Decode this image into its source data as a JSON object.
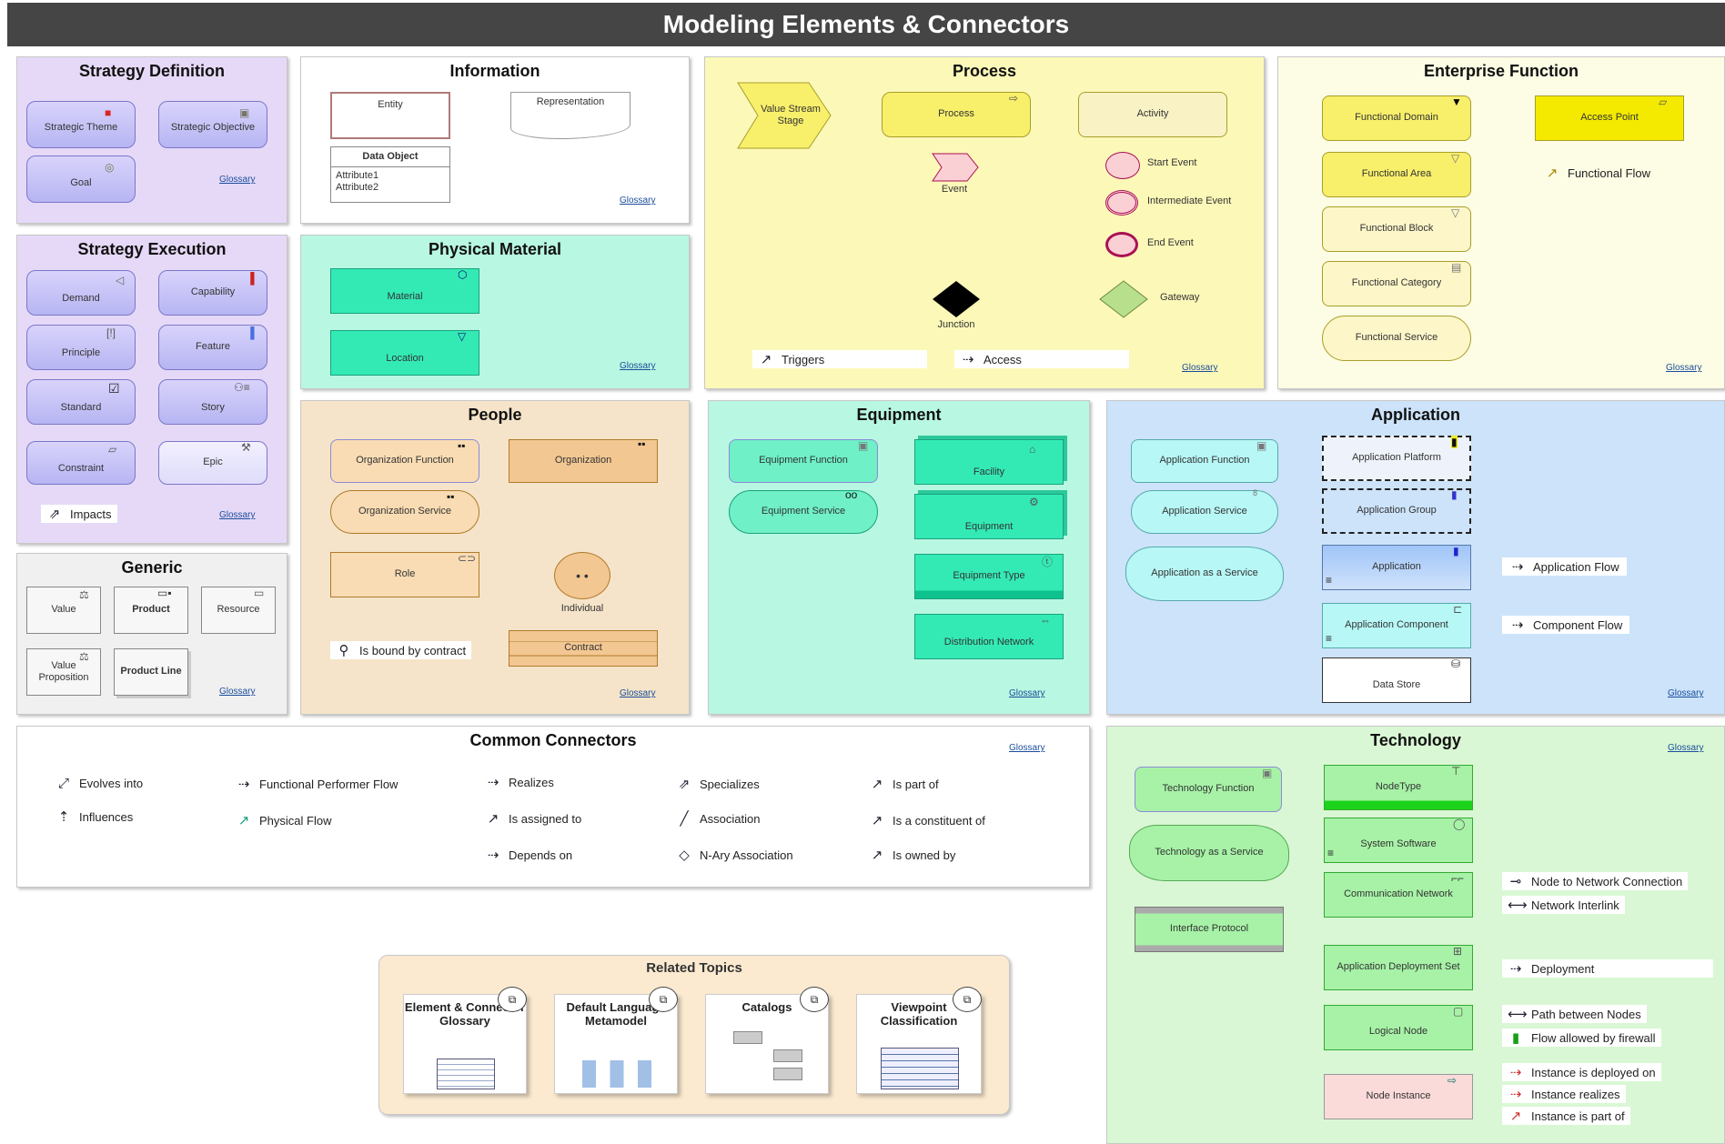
{
  "header": {
    "title": "Modeling Elements & Connectors"
  },
  "glossary_label": "Glossary",
  "strategy_definition": {
    "title": "Strategy Definition",
    "items": [
      "Strategic Theme",
      "Strategic Objective",
      "Goal"
    ]
  },
  "strategy_execution": {
    "title": "Strategy Execution",
    "items": [
      "Demand",
      "Capability",
      "Principle",
      "Feature",
      "Standard",
      "Story",
      "Constraint",
      "Epic"
    ],
    "connector": "Impacts"
  },
  "generic": {
    "title": "Generic",
    "items": [
      "Value",
      "Product",
      "Resource",
      "Value Proposition",
      "Product Line"
    ]
  },
  "information": {
    "title": "Information",
    "entity": "Entity",
    "representation": "Representation",
    "data_object": {
      "title": "Data Object",
      "attributes": [
        "Attribute1",
        "Attribute2"
      ]
    }
  },
  "physical_material": {
    "title": "Physical Material",
    "items": [
      "Material",
      "Location"
    ]
  },
  "process": {
    "title": "Process",
    "value_stream_stage": "Value Stream Stage",
    "process": "Process",
    "activity": "Activity",
    "event": "Event",
    "start_event": "Start Event",
    "intermediate_event": "Intermediate Event",
    "end_event": "End Event",
    "junction": "Junction",
    "gateway": "Gateway",
    "triggers": "Triggers",
    "access": "Access"
  },
  "enterprise_function": {
    "title": "Enterprise Function",
    "items": [
      "Functional Domain",
      "Functional Area",
      "Functional Block",
      "Functional Category",
      "Functional Service"
    ],
    "access_point": "Access Point",
    "functional_flow": "Functional Flow"
  },
  "people": {
    "title": "People",
    "organization_function": "Organization Function",
    "organization": "Organization",
    "organization_service": "Organization Service",
    "role": "Role",
    "individual": "Individual",
    "contract": "Contract",
    "bound": "Is bound by contract"
  },
  "equipment": {
    "title": "Equipment",
    "equipment_function": "Equipment Function",
    "equipment_service": "Equipment Service",
    "facility": "Facility",
    "equipment": "Equipment",
    "equipment_type": "Equipment Type",
    "distribution_network": "Distribution Network"
  },
  "application": {
    "title": "Application",
    "application_function": "Application Function",
    "application_service": "Application Service",
    "application_as_service": "Application as a Service",
    "application_platform": "Application Platform",
    "application_group": "Application Group",
    "application": "Application",
    "application_component": "Application Component",
    "data_store": "Data Store",
    "application_flow": "Application Flow",
    "component_flow": "Component Flow"
  },
  "common_connectors": {
    "title": "Common Connectors",
    "items": [
      "Evolves into",
      "Influences",
      "Functional Performer Flow",
      "Physical Flow",
      "Realizes",
      "Is assigned to",
      "Depends on",
      "Specializes",
      "Association",
      "N-Ary Association",
      "Is part of",
      "Is a constituent of",
      "Is owned by"
    ]
  },
  "technology": {
    "title": "Technology",
    "technology_function": "Technology Function",
    "technology_as_service": "Technology as a Service",
    "interface_protocol": "Interface Protocol",
    "node_type": "NodeType",
    "system_software": "System Software",
    "communication_network": "Communication Network",
    "application_deployment_set": "Application Deployment Set",
    "logical_node": "Logical Node",
    "node_instance": "Node Instance",
    "connectors": [
      "Node to Network Connection",
      "Network Interlink",
      "Deployment",
      "Path between Nodes",
      "Flow allowed by firewall",
      "Instance is deployed on",
      "Instance realizes",
      "Instance is part of"
    ]
  },
  "related_topics": {
    "title": "Related Topics",
    "items": [
      "Element & Connector Glossary",
      "Default Language Metamodel",
      "Catalogs",
      "Viewpoint Classification"
    ]
  },
  "colors": {
    "header_bg": "#454545",
    "strategy": "#e6d9f7",
    "physical": "#b8f7e1",
    "process": "#fcf8b8",
    "enterprise": "#fdfce4",
    "people": "#f5e4c9",
    "equipment": "#b8f7e1",
    "application": "#cce3fa",
    "technology": "#d9f7d4",
    "related": "#fbead0"
  }
}
